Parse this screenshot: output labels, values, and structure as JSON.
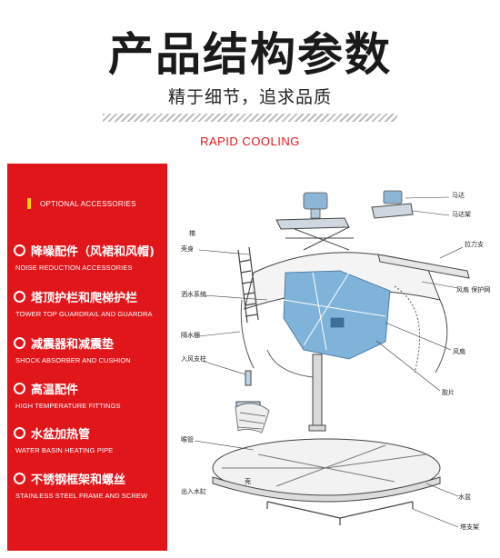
{
  "header": {
    "title": "产品结构参数",
    "subtitle": "精于细节，追求品质",
    "tagline": "RAPID COOLING"
  },
  "accessories": {
    "heading": "OPTIONAL ACCESSORIES",
    "items": [
      {
        "cn": "降噪配件（风裙和风帽)",
        "en": "NOISE REDUCTION ACCESSORIES"
      },
      {
        "cn": "塔顶护栏和爬梯护栏",
        "en": "TOWER TOP GUARDRAIL AND GUARDRA"
      },
      {
        "cn": "减震器和减震垫",
        "en": "SHOCK ABSORBER AND CUSHION"
      },
      {
        "cn": "高温配件",
        "en": "HIGH TEMPERATURE FITTINGS"
      },
      {
        "cn": "水盆加热管",
        "en": "WATER BASIN HEATING PIPE"
      },
      {
        "cn": "不锈钢框架和螺丝",
        "en": "STAINLESS STEEL FRAME AND SCREW"
      }
    ]
  },
  "diagram_labels": {
    "motor": "马达",
    "motor_frame": "马达架",
    "tension_bracket": "拉力支",
    "fan_guard": "风扇 保护网",
    "fan": "风扇",
    "fill": "胶片",
    "basin": "水盆",
    "tower_frame": "塔支架",
    "ladder": "梯",
    "shell": "壳身",
    "sprinkler": "洒水系统",
    "eliminator": "隔水栅",
    "inlet_post": "入风支柱",
    "nozzle_pipe": "喉管",
    "inlet_outlet": "出入水缸",
    "shell_short": "壳"
  },
  "colors": {
    "accent_red": "#e1161b",
    "option_bar": "#f5d000",
    "fill_blue": "#7fb3d9"
  }
}
